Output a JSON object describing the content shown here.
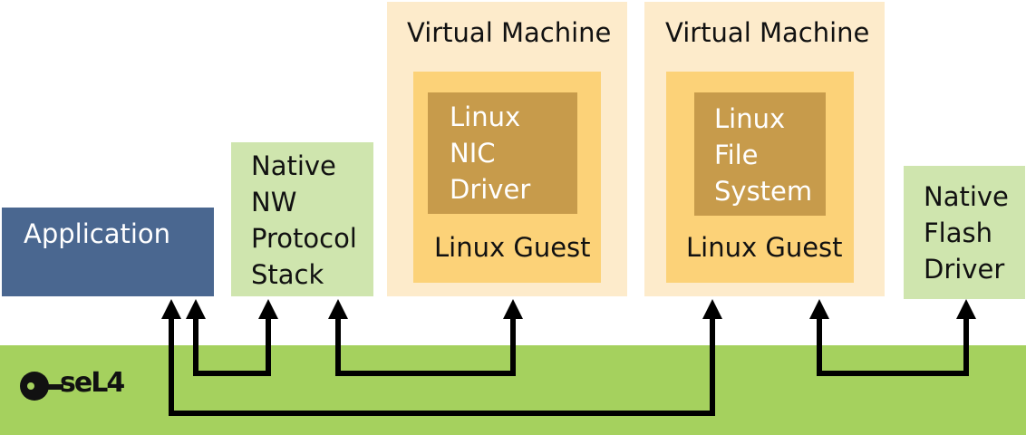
{
  "colors": {
    "sel4_bar": "#a5d15e",
    "application": "#4a6790",
    "native_component": "#cfe5ae",
    "virtual_machine": "#fdebcb",
    "linux_guest": "#fcd278",
    "linux_inner": "#c79b4b",
    "arrow": "#000000",
    "text_dark": "#111111",
    "text_light": "#ffffff"
  },
  "sel4": {
    "logo_text": "seL4"
  },
  "application": {
    "label": "Application"
  },
  "native_nw": {
    "label": "Native\nNW\nProtocol\nStack"
  },
  "vm1": {
    "title": "Virtual Machine",
    "guest_label": "Linux Guest",
    "driver_label": "Linux\nNIC\nDriver"
  },
  "vm2": {
    "title": "Virtual Machine",
    "guest_label": "Linux Guest",
    "fs_label": "Linux\nFile\nSystem"
  },
  "native_flash": {
    "label": "Native\nFlash\nDriver"
  }
}
